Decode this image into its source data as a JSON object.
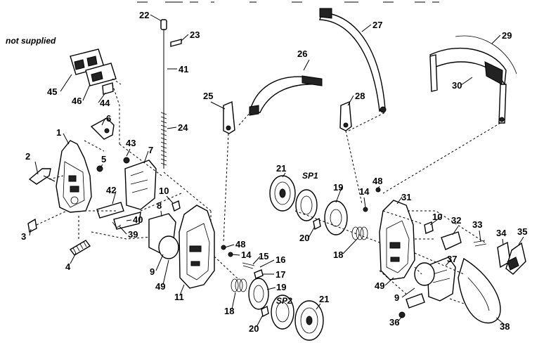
{
  "note": "not supplied",
  "labels": {
    "l22": "22",
    "l23": "23",
    "l41": "41",
    "l24": "24",
    "l27": "27",
    "l29": "29",
    "l26": "26",
    "l30": "30",
    "l25": "25",
    "l28": "28",
    "l45": "45",
    "l46": "46",
    "l44": "44",
    "l6": "6",
    "l1": "1",
    "l43": "43",
    "l7": "7",
    "l2": "2",
    "l5": "5",
    "l42": "42",
    "l10a": "10",
    "l8": "8",
    "l40": "40",
    "l39": "39",
    "l3": "3",
    "l4": "4",
    "l9a": "9",
    "l49a": "49",
    "l11": "11",
    "l48a": "48",
    "l14a": "14",
    "l15": "15",
    "l16": "16",
    "l17": "17",
    "l18a": "18",
    "l19a": "19",
    "l20a": "20",
    "lsp2": "SP2",
    "l21a": "21",
    "l21b": "21",
    "lsp1": "SP1",
    "l19b": "19",
    "l14b": "14",
    "l48b": "48",
    "l31": "31",
    "l20b": "20",
    "l18b": "18",
    "l10b": "10",
    "l32": "32",
    "l33": "33",
    "l34": "34",
    "l35": "35",
    "l37": "37",
    "l49b": "49",
    "l9b": "9",
    "l36": "36",
    "l38": "38"
  }
}
